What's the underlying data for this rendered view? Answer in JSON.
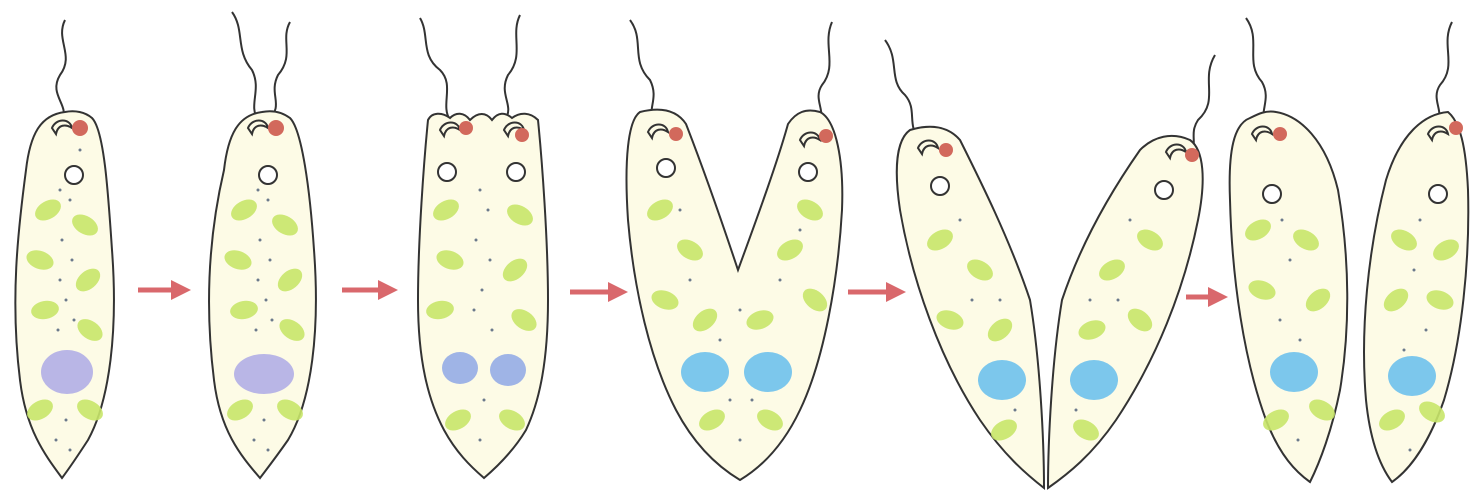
{
  "stages": [
    {
      "label": "",
      "nuclei": 1,
      "split": "none"
    },
    {
      "label": "",
      "nuclei": 1,
      "split": "flagella-duplicated"
    },
    {
      "label": "",
      "nuclei": 2,
      "split": "none"
    },
    {
      "label": "",
      "nuclei": 2,
      "split": "partial"
    },
    {
      "label": "",
      "nuclei": 2,
      "split": "deep"
    },
    {
      "label": "",
      "nuclei": 2,
      "split": "separated"
    }
  ],
  "arrows": [
    {
      "name": "arrow-stage1-to-2"
    },
    {
      "name": "arrow-stage2-to-3"
    },
    {
      "name": "arrow-stage3-to-4"
    },
    {
      "name": "arrow-stage4-to-5"
    },
    {
      "name": "arrow-stage5-to-6"
    }
  ],
  "colors": {
    "outline": "#333333",
    "cytoplasm": "#fdfbe6",
    "chloroplast": "#c8e66a",
    "nucleus_early": "#b9b6e6",
    "nucleus_late": "#7cc7ec",
    "eyespot": "#d2695c",
    "arrow": "#d9686c",
    "dots": "#6c7a8c"
  }
}
